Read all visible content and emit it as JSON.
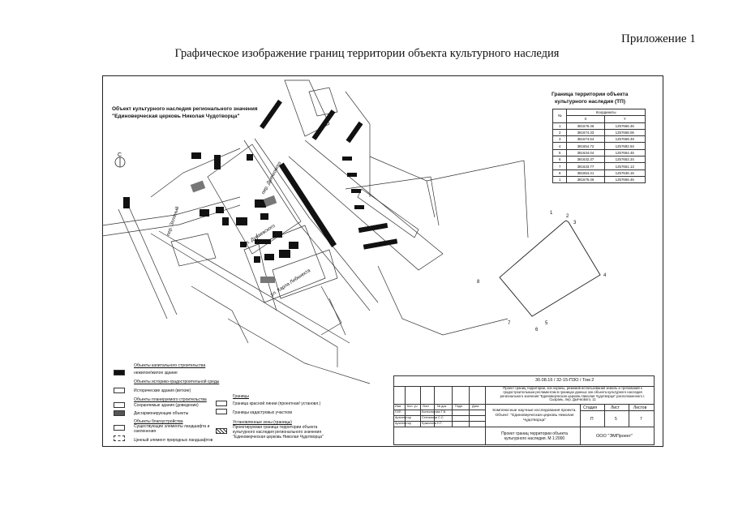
{
  "page": {
    "appendix": "Приложение 1",
    "title": "Графическое изображение границ территории объекта культурного наследия"
  },
  "map": {
    "object_caption_line1": "Объект культурного наследия регионального значения",
    "object_caption_line2": "\"Единоверческая церковь Николая Чудотворца\"",
    "north_letter": "С",
    "streets": [
      {
        "key": "dyachkov",
        "text": "пер. Дьячкового"
      },
      {
        "key": "dunaevsky",
        "text": "ул. Дунаевского"
      },
      {
        "key": "karla",
        "text": "ул. Карла Либкнехта"
      },
      {
        "key": "zelyony",
        "text": "пер. Зеленый"
      }
    ]
  },
  "coords": {
    "title_line1": "Граница территории объекта",
    "title_line2": "культурного наследия (ТП)",
    "col_num": "№",
    "col_coords": "Координаты",
    "col_x": "X",
    "col_y": "Y",
    "rows": [
      {
        "n": "1",
        "x": "381676.46",
        "y": "1257666.46"
      },
      {
        "n": "2",
        "x": "381674.33",
        "y": "1257668.06"
      },
      {
        "n": "3",
        "x": "381674.64",
        "y": "1257668.49"
      },
      {
        "n": "4",
        "x": "381654.72",
        "y": "1257682.94"
      },
      {
        "n": "5",
        "x": "381634.04",
        "y": "1257654.45"
      },
      {
        "n": "6",
        "x": "381632.37",
        "y": "1257652.34"
      },
      {
        "n": "7",
        "x": "381633.77",
        "y": "1257651.13"
      },
      {
        "n": "8",
        "x": "381654.41",
        "y": "1257636.16"
      },
      {
        "n": "1",
        "x": "381676.46",
        "y": "1257666.46"
      }
    ]
  },
  "polygon_points": [
    "1",
    "2",
    "3",
    "4",
    "5",
    "6",
    "7",
    "8"
  ],
  "legend": {
    "header1": "Объекты капитального строительства",
    "item1": "нежилое/жилое здание",
    "header2": "Объекты историко-градостроительной среды",
    "item2": "Исторические здания (ветхие)",
    "header3": "Объекты планируемого строительства",
    "item3": "Сохраняемые здания (доведение)",
    "item4": "Дисгармонирующие объекты",
    "header4": "Объекты благоустройства",
    "item5": "Существующие элементы ландшафта и озеленения",
    "item6": "Ценный элемент природных ландшафтов",
    "header5": "Границы",
    "item7": "Граница красной линии (проектная/ установл.)",
    "item8": "Границы кадастровых участков",
    "header6": "Установленные зоны (границы)",
    "item9": "Проектируемая граница территории объекта культурного наследия регионального значения \"Единоверческая церковь Николая Чудотворца\""
  },
  "stamp": {
    "code": "30.08.16 / 32-15-ПЗО / Том 2",
    "description": "Проект границ территории, зон охраны, режимов использования земель и требований к градостроительным регламентам в границах данных зон объекта культурного наследия регионального значения \"Единоверческая церковь Николая Чудотворца\" расположенного г. Сызрань, пер. Дьячкового, 11",
    "work_title": "Комплексные научные исследования проекта. Объект: \"Единоверческая церковь Николая Чудотворца\"",
    "stage_label": "Стадия",
    "sheet_label": "Лист",
    "sheets_label": "Листов",
    "stage": "П",
    "sheet": "5",
    "sheets": "7",
    "drawing_title": "Проект границ территории объекта культурного наследия. М 1:2000",
    "company": "ООО \"ЭМПроект\"",
    "col_headers": [
      "Изм.",
      "Кол. уч.",
      "Лист",
      "№ док.",
      "Подп.",
      "Дата"
    ],
    "roles": [
      {
        "role": "ГИП",
        "name": "Колесникова Т.В."
      },
      {
        "role": "Архитектор",
        "name": "Степанова С.С."
      },
      {
        "role": "Архитектор",
        "name": "Ермолина Н.Т."
      }
    ]
  }
}
